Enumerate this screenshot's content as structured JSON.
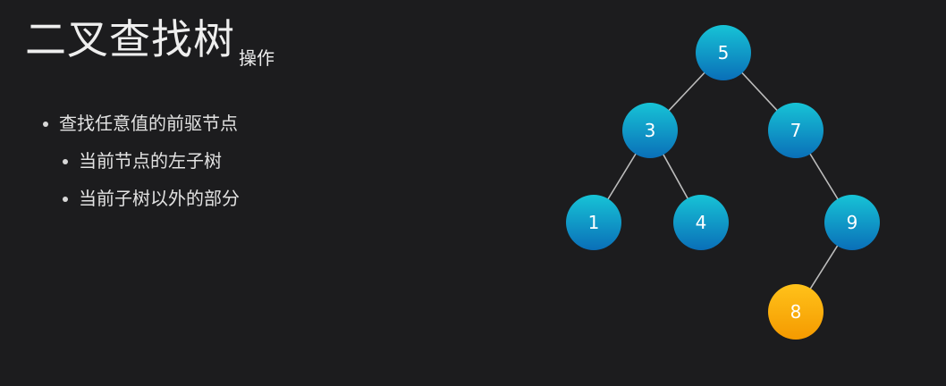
{
  "title": {
    "main": "二叉查找树",
    "sub": "操作"
  },
  "bullets": [
    {
      "text": "查找任意值的前驱节点",
      "level": 1
    },
    {
      "text": "当前节点的左子树",
      "level": 2
    },
    {
      "text": "当前子树以外的部分",
      "level": 2
    }
  ],
  "tree": {
    "nodes": [
      {
        "id": "5",
        "label": "5",
        "highlight": false
      },
      {
        "id": "3",
        "label": "3",
        "highlight": false
      },
      {
        "id": "7",
        "label": "7",
        "highlight": false
      },
      {
        "id": "1",
        "label": "1",
        "highlight": false
      },
      {
        "id": "4",
        "label": "4",
        "highlight": false
      },
      {
        "id": "9",
        "label": "9",
        "highlight": false
      },
      {
        "id": "8",
        "label": "8",
        "highlight": true
      }
    ],
    "edges": [
      [
        "5",
        "3"
      ],
      [
        "5",
        "7"
      ],
      [
        "3",
        "1"
      ],
      [
        "3",
        "4"
      ],
      [
        "7",
        "9"
      ],
      [
        "9",
        "8"
      ]
    ],
    "colors": {
      "node_top": "#17c3d6",
      "node_bottom": "#0a6fb8",
      "highlight_top": "#ffc21a",
      "highlight_bottom": "#f59a00",
      "edge": "#bdbdbd",
      "label": "#ffffff"
    }
  }
}
